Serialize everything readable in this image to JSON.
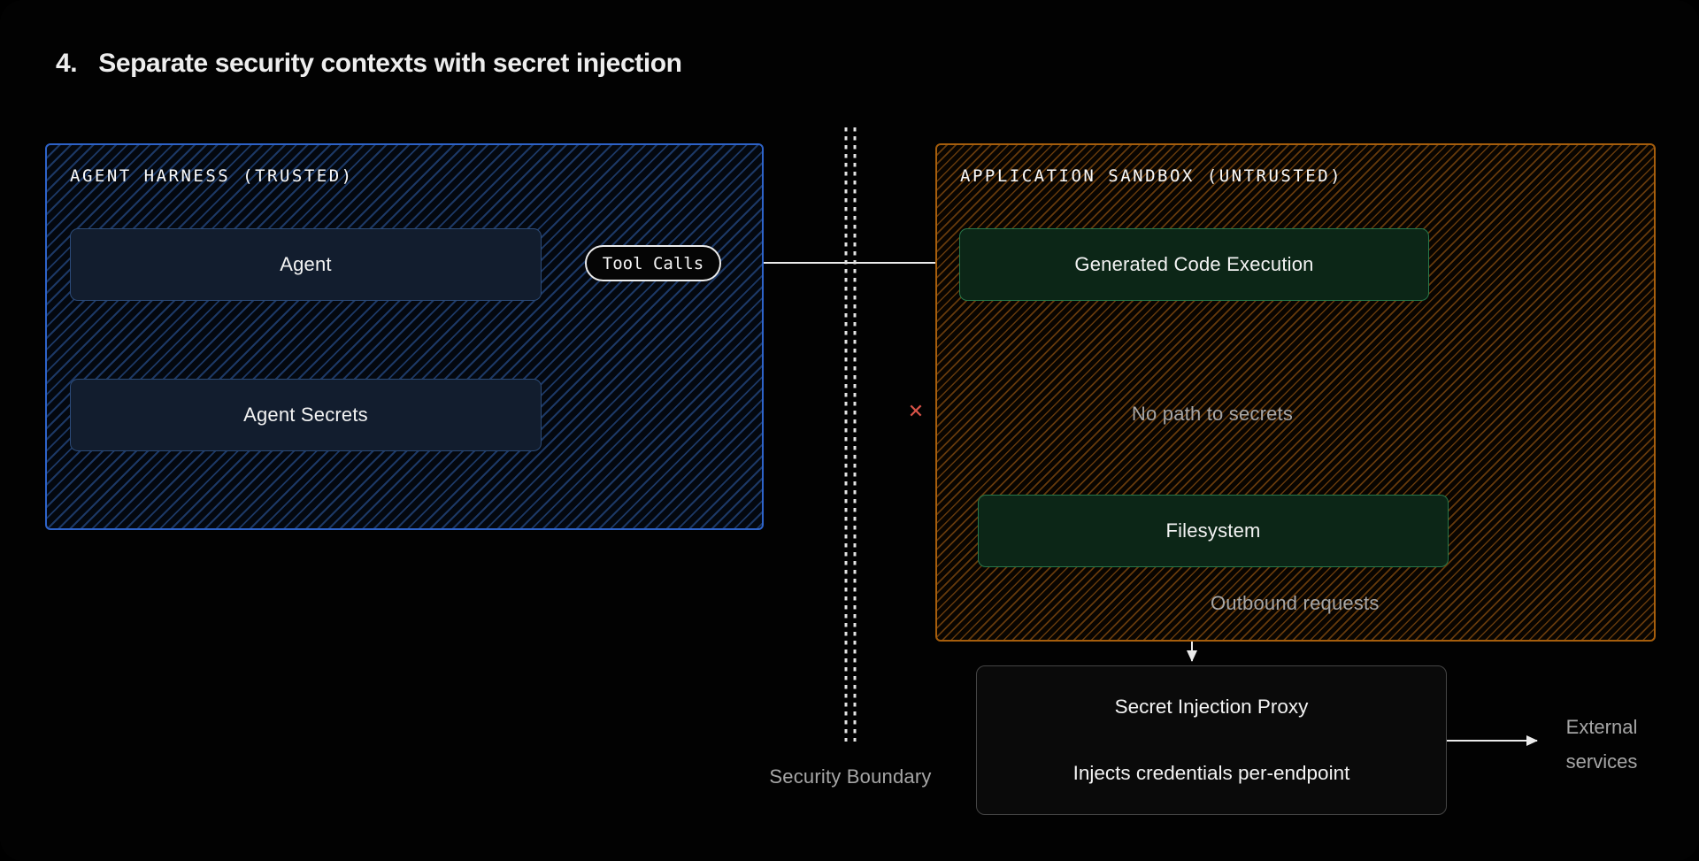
{
  "title": {
    "number": "4.",
    "text": "Separate security contexts with secret injection"
  },
  "harness": {
    "label": "AGENT HARNESS (TRUSTED)",
    "nodes": {
      "agent": "Agent",
      "agent_secrets": "Agent Secrets"
    }
  },
  "sandbox": {
    "label": "APPLICATION SANDBOX (UNTRUSTED)",
    "nodes": {
      "code_execution": "Generated Code Execution",
      "filesystem": "Filesystem"
    }
  },
  "proxy": {
    "title": "Secret Injection Proxy",
    "subtitle": "Injects credentials per-endpoint"
  },
  "edges": {
    "tool_calls": "Tool Calls",
    "no_path": "No path to secrets",
    "outbound": "Outbound requests",
    "blocked_marker": "✕"
  },
  "boundary_label": "Security Boundary",
  "external": {
    "line1": "External",
    "line2": "services"
  },
  "colors": {
    "blue-border": "#2e63c9",
    "blue-hatch": "rgba(52,104,186,0.50)",
    "navy-fill": "#121d2e",
    "navy-border": "#2b4a77",
    "orange-border": "#a65e0c",
    "orange-hatch": "rgba(178,102,20,0.55)",
    "green-fill": "#0c2617",
    "green-border": "#26784a",
    "proxy-fill": "#0a0a0a",
    "proxy-border": "#454545",
    "gray-text": "#a6a6a6",
    "red-x": "#d95348",
    "wire": "#ebebeb"
  }
}
